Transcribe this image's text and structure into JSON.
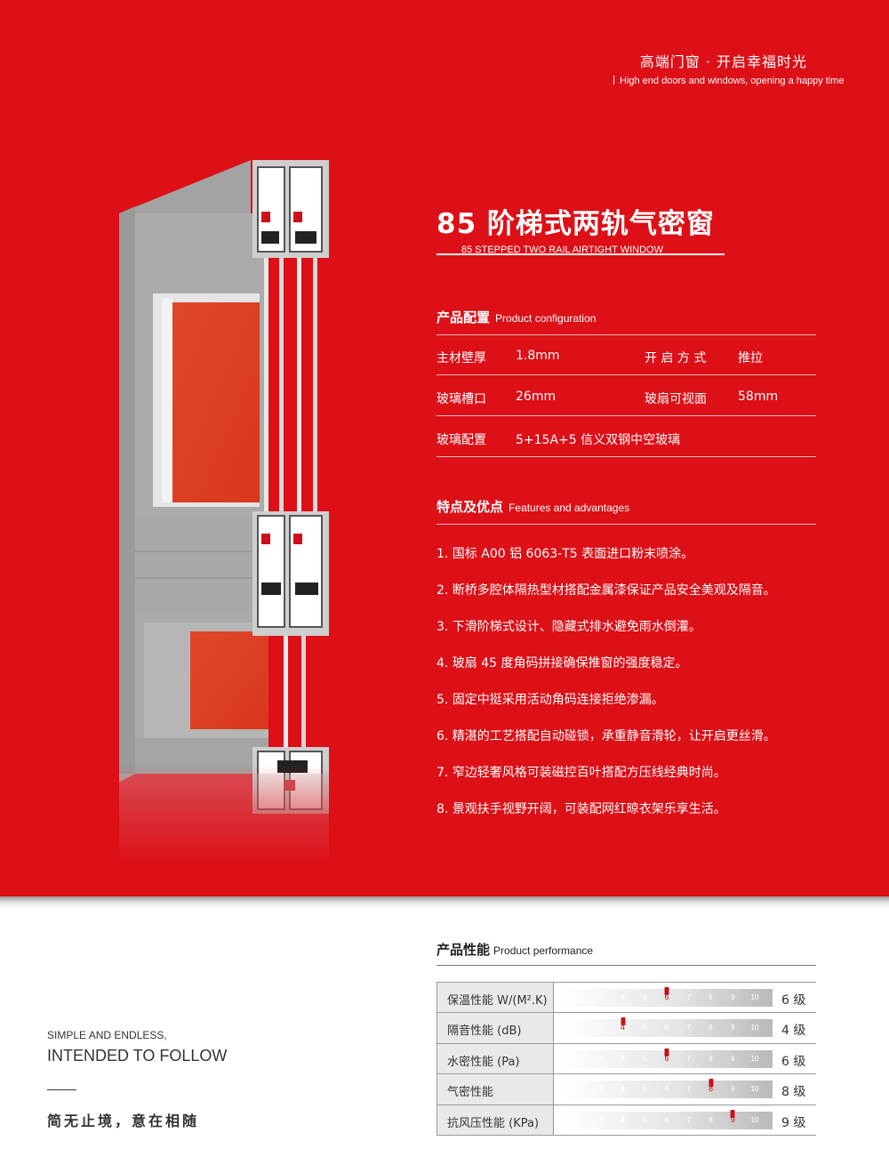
{
  "header": {
    "slogan_cn": "高端门窗 · 开启幸福时光",
    "slogan_en": "High end doors and windows, opening a happy time"
  },
  "product": {
    "title": "85 阶梯式两轨气密窗",
    "subtitle": "85 STEPPED TWO RAIL AIRTIGHT WINDOW"
  },
  "config": {
    "heading_cn": "产品配置",
    "heading_en": "Product configuration",
    "rows": [
      {
        "l1": "主材壁厚",
        "v1": "1.8mm",
        "l2": "开 启 方 式",
        "v2": "推拉"
      },
      {
        "l1": "玻璃槽口",
        "v1": "26mm",
        "l2": "玻扇可视面",
        "v2": "58mm"
      },
      {
        "l1": "玻璃配置",
        "v1": "5+15A+5 信义双钢中空玻璃",
        "l2": "",
        "v2": ""
      }
    ]
  },
  "features": {
    "heading_cn": "特点及优点",
    "heading_en": "Features and advantages",
    "items": [
      "1. 国标 A00 铝 6063-T5 表面进口粉末喷涂。",
      "2. 断桥多腔体隔热型材搭配金属漆保证产品安全美观及隔音。",
      "3. 下滑阶梯式设计、隐藏式排水避免雨水倒灌。",
      "4. 玻扇 45 度角码拼接确保推窗的强度稳定。",
      "5. 固定中挺采用活动角码连接拒绝渗漏。",
      "6. 精湛的工艺搭配自动碰锁，承重静音滑轮，让开启更丝滑。",
      "7. 窄边轻奢风格可装磁控百叶搭配方压线经典时尚。",
      "8. 景观扶手视野开阔，可装配网红晾衣架乐享生活。"
    ]
  },
  "bottom": {
    "en_line1": "SIMPLE AND ENDLESS,",
    "en_line2": "INTENDED TO FOLLOW",
    "cn_line": "简无止境，意在相随"
  },
  "performance": {
    "heading_cn": "产品性能",
    "heading_en": "Product performance",
    "scale": [
      "2",
      "3",
      "4",
      "5",
      "6",
      "7",
      "8",
      "9",
      "10"
    ],
    "rows": [
      {
        "label": "保温性能 W/(M².K)",
        "level": 6,
        "grade": "6 级"
      },
      {
        "label": "隔音性能 (dB)",
        "level": 4,
        "grade": "4 级"
      },
      {
        "label": "水密性能 (Pa)",
        "level": 6,
        "grade": "6 级"
      },
      {
        "label": "气密性能",
        "level": 8,
        "grade": "8 级"
      },
      {
        "label": "抗风压性能 (KPa)",
        "level": 9,
        "grade": "9 级"
      }
    ]
  },
  "colors": {
    "brand_red": "#dd0f17",
    "marker_red": "#c8101a",
    "frame_gray": "#a8a8a8"
  }
}
